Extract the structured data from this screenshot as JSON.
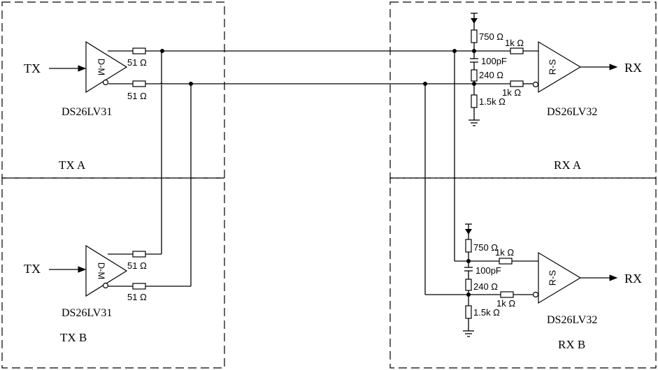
{
  "regions": {
    "tx_a": "TX A",
    "tx_b": "TX B",
    "rx_a": "RX A",
    "rx_b": "RX B"
  },
  "transmitters": {
    "a": {
      "input": "TX",
      "symbol": "D-M",
      "part": "DS26LV31",
      "r_top": "51 Ω",
      "r_bottom": "51 Ω"
    },
    "b": {
      "input": "TX",
      "symbol": "D-M",
      "part": "DS26LV31",
      "r_top": "51 Ω",
      "r_bottom": "51 Ω"
    }
  },
  "receivers": {
    "a": {
      "output": "RX",
      "symbol": "R-S",
      "part": "DS26LV32",
      "r_pullup": "750 Ω",
      "c_term": "100pF",
      "r_term": "240 Ω",
      "r_pulldown": "1.5k Ω",
      "r_in_top": "1k Ω",
      "r_in_bottom": "1k Ω"
    },
    "b": {
      "output": "RX",
      "symbol": "R-S",
      "part": "DS26LV32",
      "r_pullup": "750 Ω",
      "c_term": "100pF",
      "r_term": "240 Ω",
      "r_pulldown": "1.5k Ω",
      "r_in_top": "1k Ω",
      "r_in_bottom": "1k Ω"
    }
  }
}
